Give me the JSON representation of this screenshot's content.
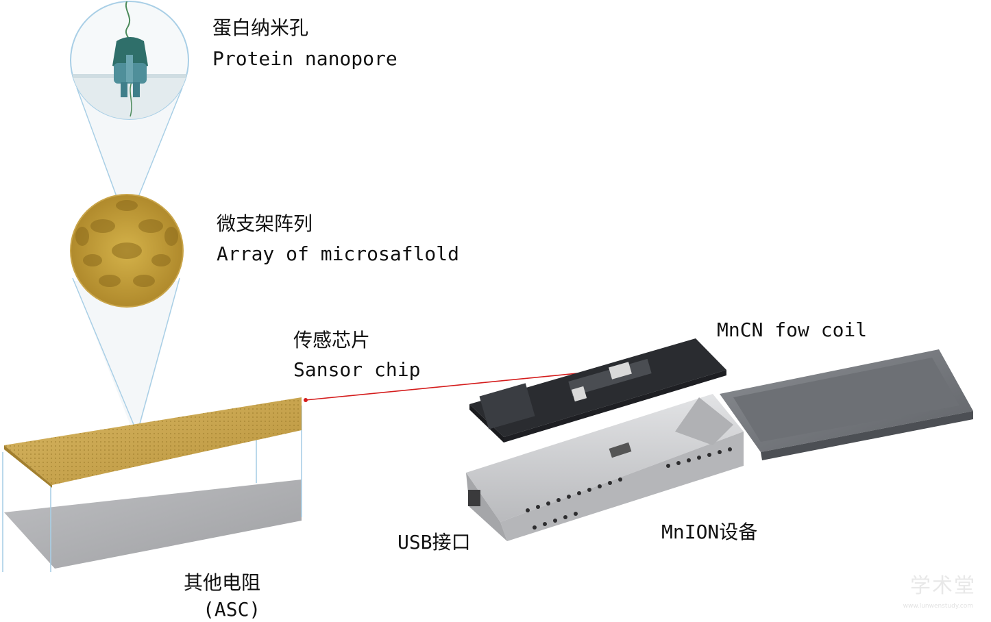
{
  "labels": {
    "nanopore_cn": "蛋白纳米孔",
    "nanopore_en": "Protein nanopore",
    "array_cn": "微支架阵列",
    "array_en": "Array of microsaflold",
    "sensor_cn": "传感芯片",
    "sensor_en": "Sansor chip",
    "flowcell_en": "MnCN fow coil",
    "usb": "USB接口",
    "device": "MnION设备",
    "asic_cn": "其他电阻",
    "asic_en": "(ASC)"
  },
  "watermark": {
    "text": "学术堂",
    "subtext": "www.lunwenstudy.com"
  },
  "colors": {
    "gold": "#c9a54a",
    "gold_dark": "#a07f2a",
    "leader_red": "#d41c1c",
    "guide_blue": "#a9cfe6",
    "device_silver": "#cfd0d2",
    "lid_gray": "#7d8085",
    "flowcell_black": "#2a2c30"
  }
}
